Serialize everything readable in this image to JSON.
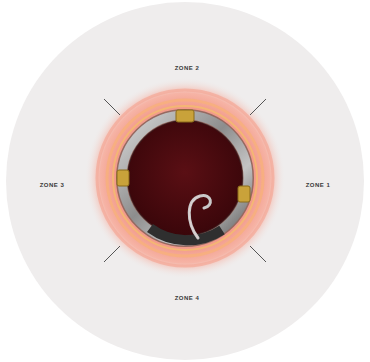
{
  "diagram": {
    "labels": [
      "ZONE 2",
      "ZONE 1",
      "ZONE 3",
      "ZONE 4"
    ]
  }
}
